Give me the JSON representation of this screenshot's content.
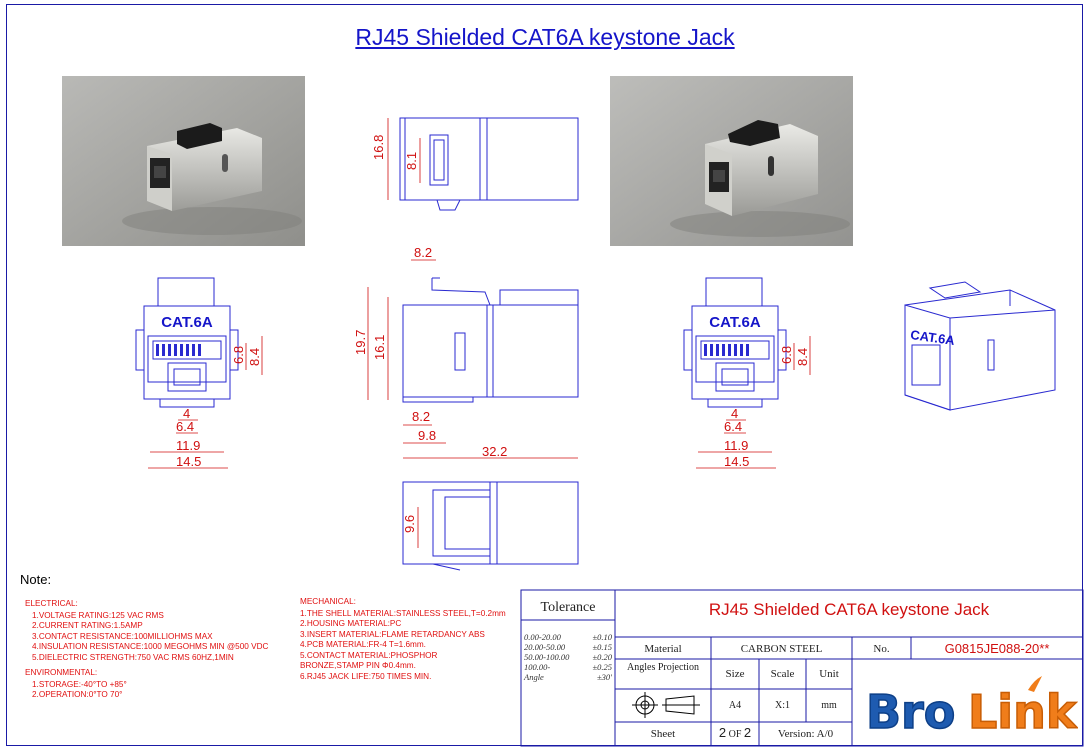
{
  "title": "RJ45 Shielded CAT6A keystone Jack",
  "drawing_labels": {
    "cat_label": "CAT.6A",
    "dims": {
      "top_overall_height": "16.8",
      "top_window": "8.1",
      "front_width_top": "8.2",
      "side_height_outer": "19.7",
      "side_height_inner": "16.1",
      "side_width_low": "8.2",
      "side_width_9": "9.8",
      "side_length": "32.2",
      "bottom_height": "9.6",
      "face_h1": "6.8",
      "face_h2": "8.4",
      "face_w1": "4",
      "face_w2": "6.4",
      "face_w3": "11.9",
      "face_w4": "14.5"
    }
  },
  "notes": {
    "heading": "Note:",
    "electrical": {
      "header": "ELECTRICAL:",
      "items": [
        "1.VOLTAGE RATING:125 VAC RMS",
        "2.CURRENT RATING:1.5AMP",
        "3.CONTACT RESISTANCE:100MILLIOHMS MAX",
        "4.INSULATION RESISTANCE:1000 MEGOHMS MIN @500 VDC",
        "5.DIELECTRIC STRENGTH:750 VAC RMS 60HZ,1MIN"
      ]
    },
    "environmental": {
      "header": "ENVIRONMENTAL:",
      "items": [
        "1.STORAGE:-40°TO +85°",
        "2.OPERATION:0°TO 70°"
      ]
    },
    "mechanical": {
      "header": "MECHANICAL:",
      "items": [
        "1.THE SHELL MATERIAL:STAINLESS STEEL,T=0.2mm",
        "2.HOUSING MATERIAL:PC",
        "3.INSERT MATERIAL:FLAME RETARDANCY ABS",
        "4.PCB MATERIAL:FR-4 T=1.6mm.",
        "5.CONTACT MATERIAL:PHOSPHOR BRONZE,STAMP PIN Φ0.4mm.",
        "6.RJ45 JACK LIFE:750 TIMES MIN."
      ]
    }
  },
  "title_block": {
    "tolerance_label": "Tolerance",
    "tolerances": [
      {
        "range": "0.00-20.00",
        "value": "±0.10"
      },
      {
        "range": "20.00-50.00",
        "value": "±0.15"
      },
      {
        "range": "50.00-100.00",
        "value": "±0.20"
      },
      {
        "range": "100.00-",
        "value": "±0.25"
      },
      {
        "range": "Angle",
        "value": "±30'"
      }
    ],
    "product_title": "RJ45 Shielded CAT6A keystone Jack",
    "material_label": "Material",
    "material_value": "CARBON STEEL",
    "no_label": "No.",
    "part_number": "G0815JE088-20**",
    "angles_projection_label": "Angles Projection",
    "size_label": "Size",
    "scale_label": "Scale",
    "unit_label": "Unit",
    "size_value": "A4",
    "scale_value": "X:1",
    "unit_value": "mm",
    "sheet_label": "Sheet",
    "sheet_current": "2",
    "sheet_of": "OF",
    "sheet_total": "2",
    "version": "Version: A/0",
    "logo_text": "BroLink",
    "colors": {
      "line": "#1a1aa6",
      "red": "#d01010",
      "logo_blue": "#1e5bb0",
      "logo_orange": "#f07d1a"
    }
  }
}
